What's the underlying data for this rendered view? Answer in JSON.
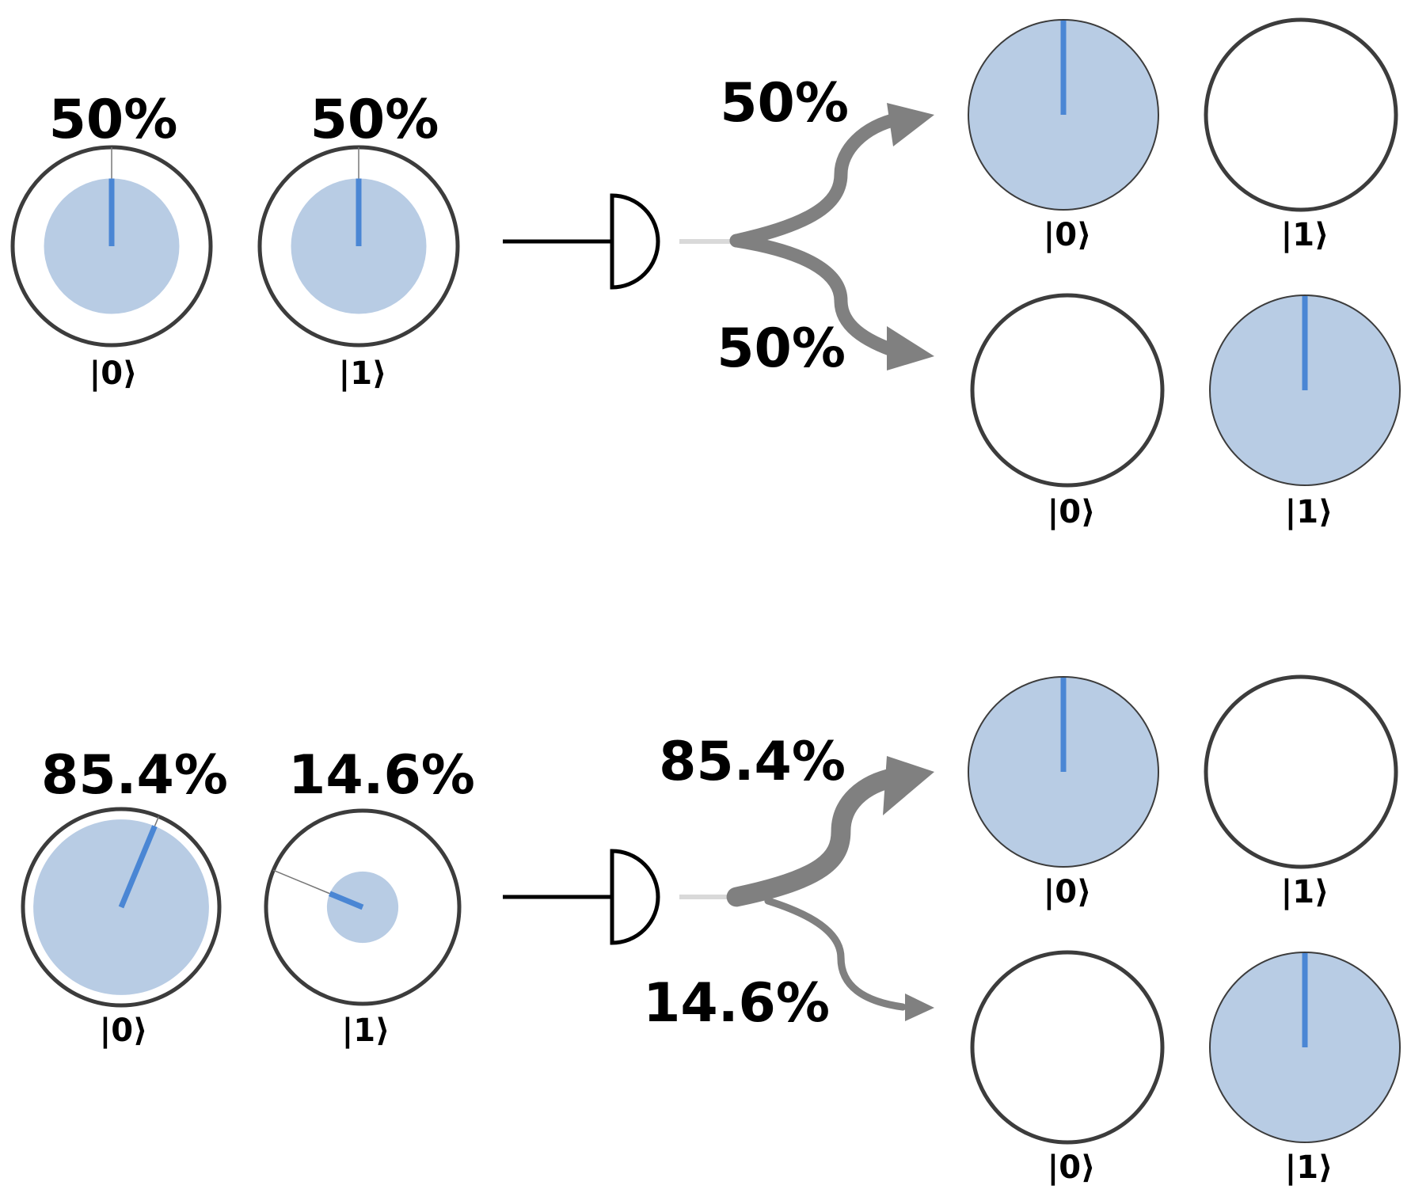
{
  "colors": {
    "disk_fill": "#b8cce4",
    "phase_line": "#4a86d4",
    "ring_stroke": "#3c3c3c",
    "arrow": "#808080",
    "meter": "#000000",
    "wire_after": "#d9d9d9"
  },
  "rows": [
    {
      "input": [
        {
          "label": "50%",
          "ket": "|0⟩",
          "magnitude_fraction": 0.707,
          "phase_deg": 0
        },
        {
          "label": "50%",
          "ket": "|1⟩",
          "magnitude_fraction": 0.707,
          "phase_deg": 0
        }
      ],
      "branches": [
        {
          "label": "50%",
          "weight": 0.5,
          "outcome": [
            {
              "ket": "|0⟩",
              "filled": true
            },
            {
              "ket": "|1⟩",
              "filled": false
            }
          ]
        },
        {
          "label": "50%",
          "weight": 0.5,
          "outcome": [
            {
              "ket": "|0⟩",
              "filled": false
            },
            {
              "ket": "|1⟩",
              "filled": true
            }
          ]
        }
      ]
    },
    {
      "input": [
        {
          "label": "85.4%",
          "ket": "|0⟩",
          "magnitude_fraction": 0.924,
          "phase_deg": 22.5
        },
        {
          "label": "14.6%",
          "ket": "|1⟩",
          "magnitude_fraction": 0.382,
          "phase_deg": -67.5
        }
      ],
      "branches": [
        {
          "label": "85.4%",
          "weight": 0.854,
          "outcome": [
            {
              "ket": "|0⟩",
              "filled": true
            },
            {
              "ket": "|1⟩",
              "filled": false
            }
          ]
        },
        {
          "label": "14.6%",
          "weight": 0.146,
          "outcome": [
            {
              "ket": "|0⟩",
              "filled": false
            },
            {
              "ket": "|1⟩",
              "filled": true
            }
          ]
        }
      ]
    }
  ]
}
